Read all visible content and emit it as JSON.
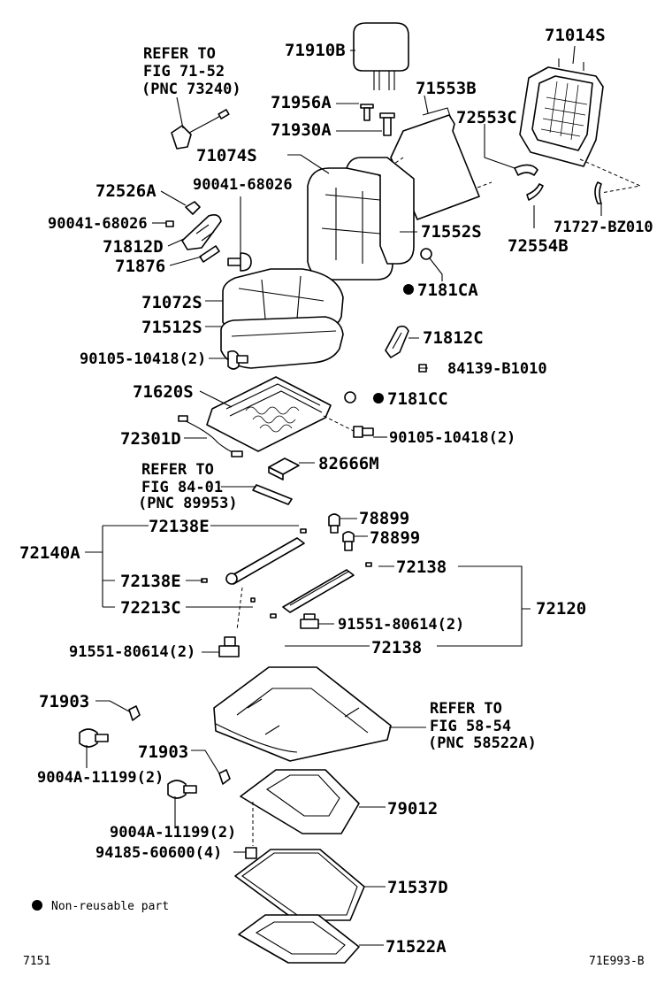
{
  "labels": [
    {
      "id": "refer_73240_l1",
      "text": "REFER TO"
    },
    {
      "id": "refer_73240_l2",
      "text": "FIG 71-52"
    },
    {
      "id": "refer_73240_l3",
      "text": "(PNC 73240)"
    },
    {
      "id": "p71910B",
      "text": "71910B"
    },
    {
      "id": "p71014S",
      "text": "71014S"
    },
    {
      "id": "p71553B",
      "text": "71553B"
    },
    {
      "id": "p71956A",
      "text": "71956A"
    },
    {
      "id": "p71930A",
      "text": "71930A"
    },
    {
      "id": "p72553C",
      "text": "72553C"
    },
    {
      "id": "p71074S",
      "text": "71074S"
    },
    {
      "id": "p90041_68026_top",
      "text": "90041-68026"
    },
    {
      "id": "p72526A",
      "text": "72526A"
    },
    {
      "id": "p90041_68026_left",
      "text": "90041-68026"
    },
    {
      "id": "p71812D",
      "text": "71812D"
    },
    {
      "id": "p71876",
      "text": "71876"
    },
    {
      "id": "p71552S",
      "text": "71552S"
    },
    {
      "id": "p71727_BZ010",
      "text": "71727-BZ010"
    },
    {
      "id": "p72554B",
      "text": "72554B"
    },
    {
      "id": "p7181CA",
      "text": "7181CA"
    },
    {
      "id": "p71072S",
      "text": "71072S"
    },
    {
      "id": "p71512S",
      "text": "71512S"
    },
    {
      "id": "p71812C",
      "text": "71812C"
    },
    {
      "id": "p90105_10418_2_left",
      "text": "90105-10418(2)"
    },
    {
      "id": "p84139_B1010",
      "text": "84139-B1010"
    },
    {
      "id": "p71620S",
      "text": "71620S"
    },
    {
      "id": "p7181CC",
      "text": "7181CC"
    },
    {
      "id": "p72301D",
      "text": "72301D"
    },
    {
      "id": "p90105_10418_2_right",
      "text": "90105-10418(2)"
    },
    {
      "id": "refer_89953_l1",
      "text": "REFER TO"
    },
    {
      "id": "p82666M",
      "text": "82666M"
    },
    {
      "id": "refer_89953_l2",
      "text": "FIG 84-01"
    },
    {
      "id": "refer_89953_l3",
      "text": "(PNC 89953)"
    },
    {
      "id": "p72138E_top",
      "text": "72138E"
    },
    {
      "id": "p78899_a",
      "text": "78899"
    },
    {
      "id": "p78899_b",
      "text": "78899"
    },
    {
      "id": "p72140A",
      "text": "72140A"
    },
    {
      "id": "p72138_top",
      "text": "72138"
    },
    {
      "id": "p72138E_mid",
      "text": "72138E"
    },
    {
      "id": "p72213C",
      "text": "72213C"
    },
    {
      "id": "p72120",
      "text": "72120"
    },
    {
      "id": "p91551_80614_2_right",
      "text": "91551-80614(2)"
    },
    {
      "id": "p91551_80614_2_left",
      "text": "91551-80614(2)"
    },
    {
      "id": "p72138_bottom",
      "text": "72138"
    },
    {
      "id": "p71903_top",
      "text": "71903"
    },
    {
      "id": "refer_58522A_l1",
      "text": "REFER TO"
    },
    {
      "id": "refer_58522A_l2",
      "text": "FIG 58-54"
    },
    {
      "id": "refer_58522A_l3",
      "text": "(PNC 58522A)"
    },
    {
      "id": "p9004A_11199_2_top",
      "text": "9004A-11199(2)"
    },
    {
      "id": "p71903_mid",
      "text": "71903"
    },
    {
      "id": "p79012",
      "text": "79012"
    },
    {
      "id": "p9004A_11199_2_bottom",
      "text": "9004A-11199(2)"
    },
    {
      "id": "p94185_60600_4",
      "text": "94185-60600(4)"
    },
    {
      "id": "p71537D",
      "text": "71537D"
    },
    {
      "id": "p71522A",
      "text": "71522A"
    }
  ],
  "legend": {
    "text": "Non-reusable part"
  },
  "footer": {
    "page_code": "7151",
    "figure_code": "71E993-B"
  }
}
